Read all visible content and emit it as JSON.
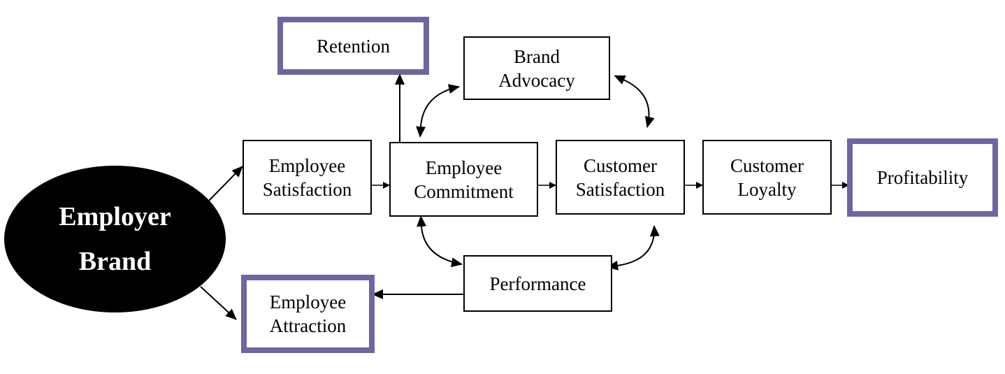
{
  "colors": {
    "highlight_border": "#6f65a1",
    "box_border": "#000000",
    "ellipse_fill": "#000000"
  },
  "nodes": {
    "employer_brand": "Employer\nBrand",
    "retention": "Retention",
    "brand_advocacy": "Brand\nAdvocacy",
    "employee_satisfaction": "Employee\nSatisfaction",
    "employee_commitment": "Employee\nCommitment",
    "customer_satisfaction": "Customer\nSatisfaction",
    "customer_loyalty": "Customer\nLoyalty",
    "profitability": "Profitability",
    "performance": "Performance",
    "employee_attraction": "Employee\nAttraction"
  }
}
